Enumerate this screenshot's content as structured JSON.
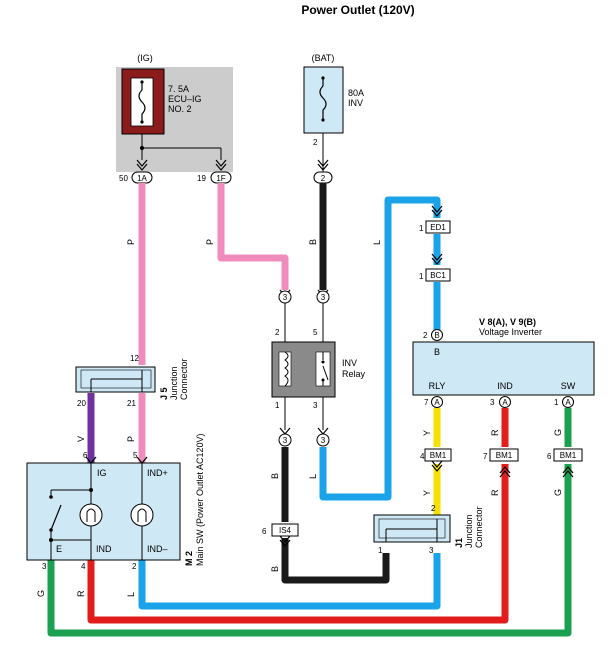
{
  "title": "Power Outlet (120V)",
  "fuses": {
    "ig": {
      "source": "(IG)",
      "rating": "7. 5A",
      "name1": "ECU–IG",
      "name2": "NO. 2",
      "pin_left": "50",
      "conn_left": "1A",
      "pin_right": "19",
      "conn_right": "1F"
    },
    "bat": {
      "source": "(BAT)",
      "rating": "80A",
      "name": "INV",
      "pin": "2",
      "conn": "2"
    }
  },
  "relay": {
    "name1": "INV",
    "name2": "Relay",
    "pin_tl": "2",
    "pin_tr": "5",
    "pin_bl": "1",
    "pin_br": "3",
    "conn_top_left": "3",
    "conn_top_right": "3",
    "conn_bot_left": "3",
    "conn_bot_right": "3"
  },
  "inverter": {
    "code": "V 8(A), V 9(B)",
    "name": "Voltage Inverter",
    "b_pin": "2",
    "b_conn": "B",
    "b_label": "B",
    "terms": [
      {
        "label": "RLY",
        "pin": "7",
        "conn": "A"
      },
      {
        "label": "IND",
        "pin": "3",
        "conn": "A"
      },
      {
        "label": "SW",
        "pin": "1",
        "conn": "A"
      }
    ]
  },
  "junction_j5": {
    "code": "J 5",
    "name1": "Junction",
    "name2": "Connector",
    "pin_top": "12",
    "pin_bl": "20",
    "pin_br": "21"
  },
  "junction_j1": {
    "code": "J1",
    "name1": "Junction",
    "name2": "Connector",
    "pin_top": "2",
    "pin_bl": "1",
    "pin_br": "3"
  },
  "switch_m2": {
    "code": "M 2",
    "name": "Main SW (Power Outlet AC120V)",
    "pins_top": [
      "6",
      "5"
    ],
    "labels_top": [
      "IG",
      "IND+"
    ],
    "labels_bot": [
      "E",
      "IND",
      "IND–"
    ],
    "pins_bot": [
      "3",
      "4",
      "2"
    ]
  },
  "connectors": {
    "ed1": {
      "pin": "1",
      "name": "ED1"
    },
    "bc1": {
      "pin": "1",
      "name": "BC1"
    },
    "bm1_a": {
      "pin": "4",
      "name": "BM1"
    },
    "bm1_b": {
      "pin": "7",
      "name": "BM1"
    },
    "bm1_c": {
      "pin": "6",
      "name": "BM1"
    },
    "is4": {
      "pin": "6",
      "name": "IS4"
    }
  },
  "wire_colors": {
    "P": "#f08cbc",
    "B": "#1a1a1a",
    "L": "#1aa3e8",
    "V": "#7030a0",
    "Y": "#f5e000",
    "R": "#e21b1b",
    "G": "#1aa050"
  },
  "wire_labels": {
    "p1": "P",
    "p2": "P",
    "b1": "B",
    "l1": "L",
    "v1": "V",
    "p3": "P",
    "b2": "B",
    "l2": "L",
    "y1": "Y",
    "r1": "R",
    "g1": "G",
    "y2": "Y",
    "r2": "R",
    "g2": "G",
    "b3": "B",
    "g3": "G",
    "r3": "R",
    "l3": "L"
  }
}
